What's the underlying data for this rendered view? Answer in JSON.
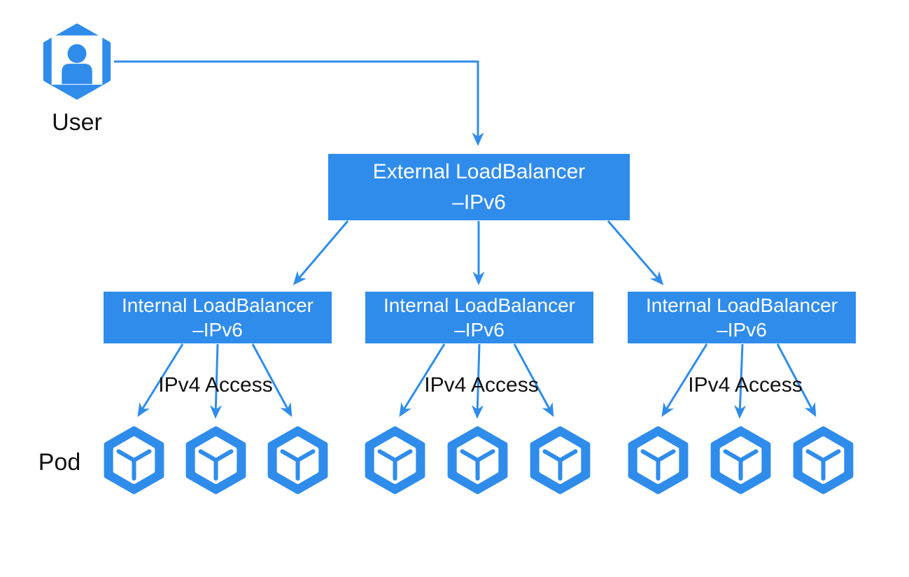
{
  "diagram": {
    "user": {
      "label": "User"
    },
    "external_lb": {
      "title": "External LoadBalancer",
      "subtitle": "–IPv6"
    },
    "internal_lbs": [
      {
        "title": "Internal LoadBalancer",
        "subtitle": "–IPv6",
        "access_label": "IPv4 Access"
      },
      {
        "title": "Internal LoadBalancer",
        "subtitle": "–IPv6",
        "access_label": "IPv4 Access"
      },
      {
        "title": "Internal LoadBalancer",
        "subtitle": "–IPv6",
        "access_label": "IPv4 Access"
      }
    ],
    "pod_label": "Pod",
    "pods_per_internal_lb": 3
  },
  "icons": {
    "user": "user-hexagon-icon",
    "pod": "pod-cube-hexagon-icon"
  },
  "colors": {
    "primary": "#2f8ceb",
    "box_text": "#ffffff",
    "label_text": "#111111",
    "background": "#ffffff"
  }
}
